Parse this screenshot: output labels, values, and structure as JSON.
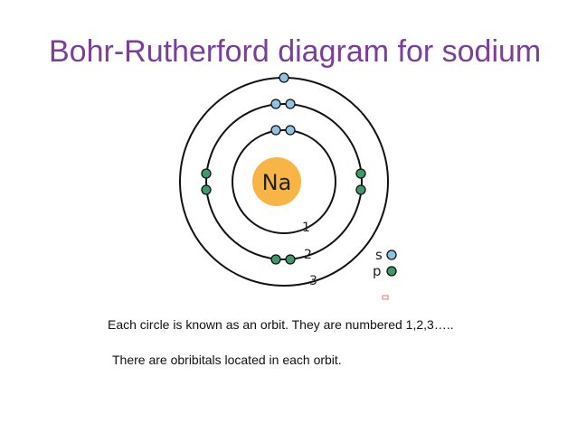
{
  "title": "Bohr-Rutherford diagram for sodium",
  "nucleus": {
    "symbol": "Na",
    "fill": "#f6b545"
  },
  "orbits": [
    {
      "label": "1",
      "s_electrons": 2,
      "p_electrons": 0
    },
    {
      "label": "2",
      "s_electrons": 2,
      "p_electrons": 6
    },
    {
      "label": "3",
      "s_electrons": 1,
      "p_electrons": 0
    }
  ],
  "legend": {
    "s": {
      "label": "s",
      "color": "#8fc3e3"
    },
    "p": {
      "label": "p",
      "color": "#3f9a6b"
    }
  },
  "captions": {
    "line1": "Each circle is known as an orbit. They are numbered 1,2,3…..",
    "line2": "There are obribitals located in each orbit."
  },
  "colors": {
    "title": "#7a3f99",
    "orbit_stroke": "#111111"
  }
}
